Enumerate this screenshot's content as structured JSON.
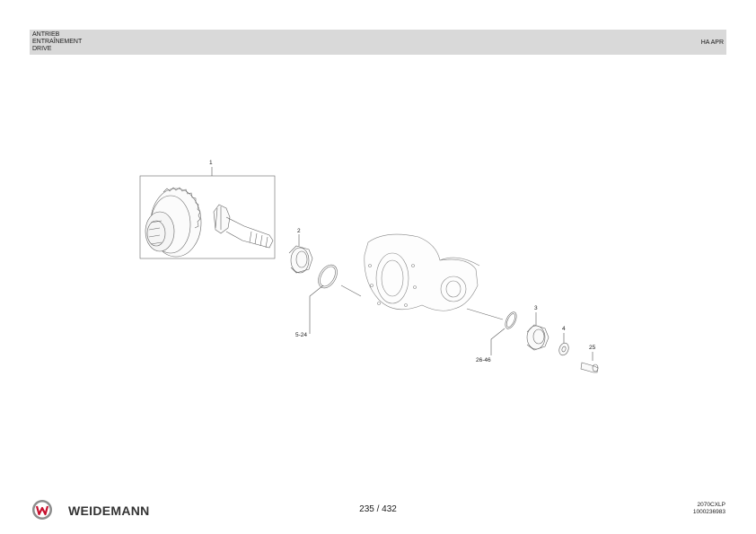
{
  "header": {
    "section_lines": [
      "ANTRIEB",
      "ENTRAÎNEMENT",
      "DRIVE"
    ],
    "right_label": "HA APR"
  },
  "callouts": {
    "c1": "1",
    "c2": "2",
    "c3": "3",
    "c4": "4",
    "c25": "25",
    "c5_24": "5-24",
    "c26_46": "26-46"
  },
  "footer": {
    "brand": "WEIDEMANN",
    "page_number": "235 / 432",
    "model": "2070CXLP",
    "doc_number": "1000236983"
  },
  "colors": {
    "header_bg": "#d9d9d9",
    "logo_red": "#c8102e",
    "logo_gray": "#8c8c8c",
    "line": "#555555"
  }
}
